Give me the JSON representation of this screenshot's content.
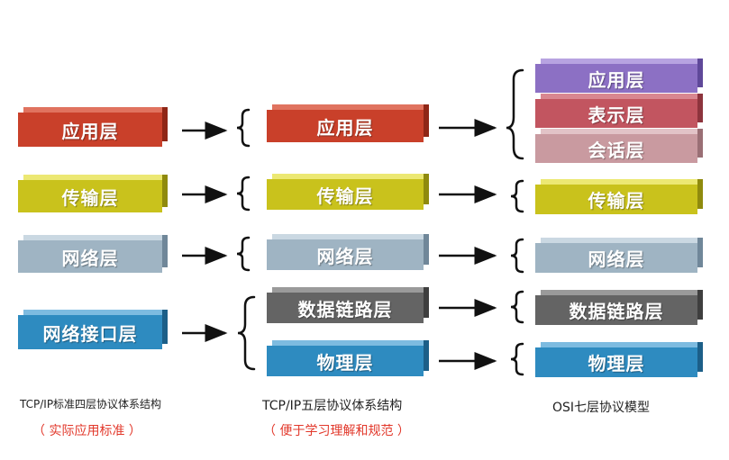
{
  "tcpip4": {
    "layers": [
      "应用层",
      "传输层",
      "网络层",
      "网络接口层"
    ],
    "caption": "TCP/IP标准四层协议体系结构",
    "note": "（ 实际应用标准 ）"
  },
  "tcpip5": {
    "layers": [
      "应用层",
      "传输层",
      "网络层",
      "数据链路层",
      "物理层"
    ],
    "caption": "TCP/IP五层协议体系结构",
    "note": "（ 便于学习理解和规范 ）"
  },
  "osi7": {
    "layers": [
      "应用层",
      "表示层",
      "会话层",
      "传输层",
      "网络层",
      "数据链路层",
      "物理层"
    ],
    "caption": "OSI七层协议模型"
  },
  "colors": {
    "application": "#c9402a",
    "transport": "#c9c21c",
    "network": "#9fb4c3",
    "interface": "#2e8bc0",
    "datalink": "#646464",
    "physical": "#2e8bc0",
    "osi_application": "#8c70c4",
    "presentation": "#c25560",
    "session": "#c99aa0",
    "note": "#e2382b"
  }
}
